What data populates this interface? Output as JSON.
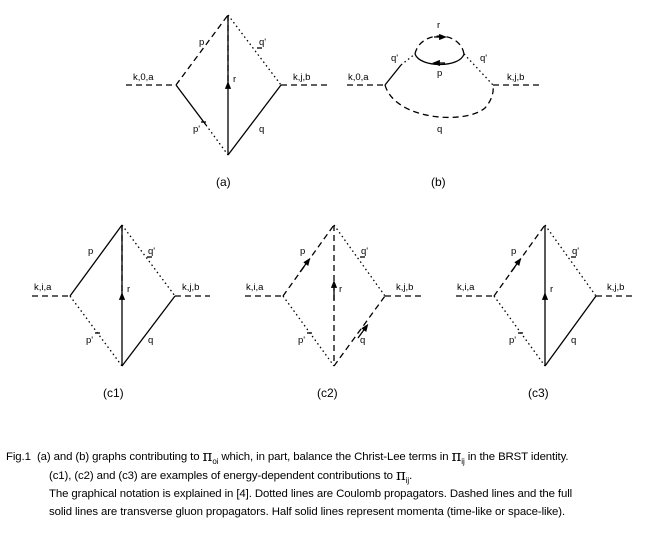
{
  "labels": {
    "p": "p",
    "q": "q",
    "r": "r",
    "p_prime": "p'",
    "q_prime": "q'",
    "k0a": "k,0,a",
    "kja": "k,j,b",
    "kia": "k,i,a",
    "kjb": "k,j,b"
  },
  "panel_labels": {
    "a": "(a)",
    "b": "(b)",
    "c1": "(c1)",
    "c2": "(c2)",
    "c3": "(c3)"
  },
  "caption": {
    "prefix": "Fig.1",
    "seg1": "(a) and (b) graphs contributing to",
    "pi_symbol": "π",
    "sub_oi": "oi",
    "seg2": "which, in part, balance the Christ-Lee terms in",
    "sub_ij": "ij",
    "seg3": "in the BRST identity.",
    "line2": "(c1), (c2) and (c3) are examples of energy-dependent contributions to",
    "line2_end": ".",
    "line3": "The graphical notation is explained in [4]. Dotted lines are Coulomb propagators. Dashed lines and the full",
    "line4": "solid lines are transverse gluon propagators. Half solid lines represent momenta (time-like or space-like)."
  }
}
